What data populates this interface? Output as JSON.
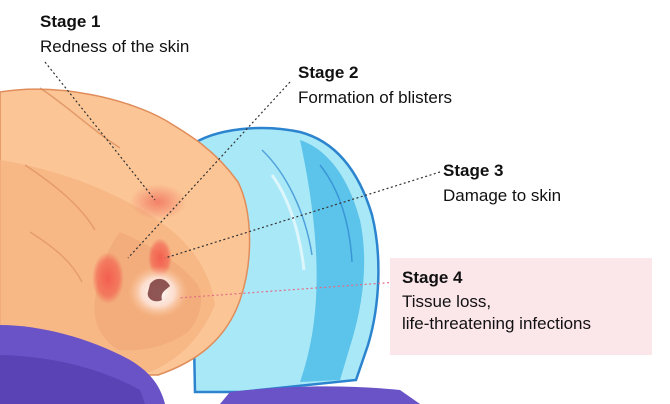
{
  "colors": {
    "skin_light": "#fbc595",
    "skin_mid": "#f2a774",
    "skin_shadow": "#e89866",
    "pillow_light": "#a9e8f7",
    "pillow_dark": "#5cc3ea",
    "pillow_outline": "#2c84cf",
    "blanket": "#6a52c7",
    "blanket_dark": "#553fae",
    "sore_red": "#f0564a",
    "callout_bg": "#fbe6ea",
    "leader_dark": "#333333",
    "leader_pink": "#e26d86"
  },
  "stages": [
    {
      "title": "Stage 1",
      "desc_lines": [
        "Redness of the skin"
      ]
    },
    {
      "title": "Stage 2",
      "desc_lines": [
        "Formation of blisters"
      ]
    },
    {
      "title": "Stage 3",
      "desc_lines": [
        "Damage to skin"
      ]
    },
    {
      "title": "Stage 4",
      "desc_lines": [
        "Tissue loss,",
        "life-threatening infections"
      ]
    }
  ]
}
